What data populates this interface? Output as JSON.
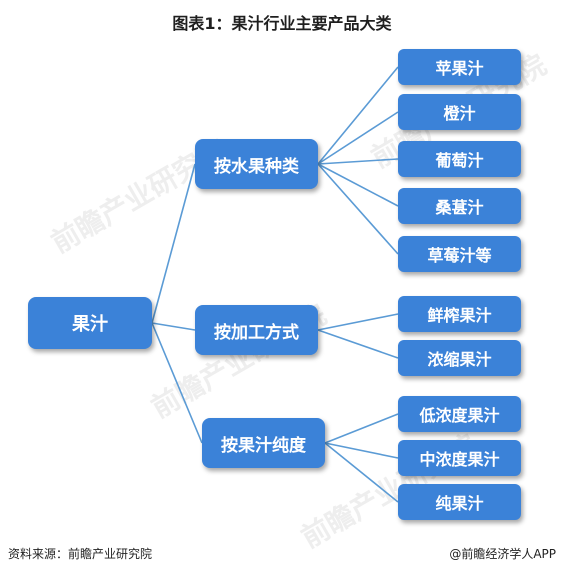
{
  "title": "图表1：果汁行业主要产品大类",
  "root": "果汁",
  "categories": [
    {
      "label": "按水果种类",
      "items": [
        "苹果汁",
        "橙汁",
        "葡萄汁",
        "桑葚汁",
        "草莓汁等"
      ]
    },
    {
      "label": "按加工方式",
      "items": [
        "鲜榨果汁",
        "浓缩果汁"
      ]
    },
    {
      "label": "按果汁纯度",
      "items": [
        "低浓度果汁",
        "中浓度果汁",
        "纯果汁"
      ]
    }
  ],
  "watermark": "前瞻产业研究院",
  "footer": {
    "source": "资料来源：前瞻产业研究院",
    "brand": "@前瞻经济学人APP"
  },
  "colors": {
    "node_fill": "#3b82d8",
    "connector": "#5b9bd5"
  }
}
